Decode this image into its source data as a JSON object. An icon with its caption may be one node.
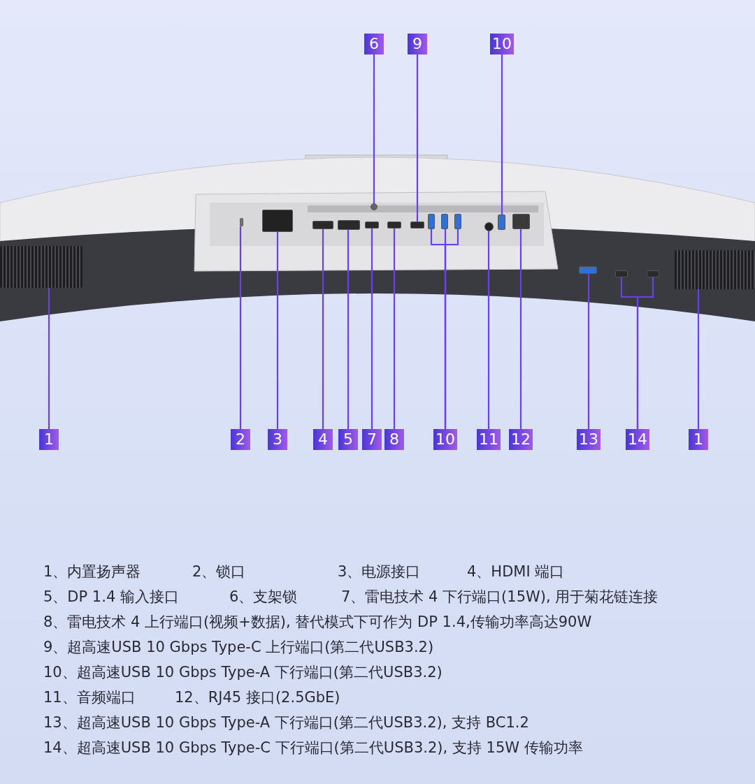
{
  "diagram": {
    "nodes": [
      {
        "text": [
          "6"
        ]
      },
      {
        "text": [
          "9"
        ]
      },
      {
        "text": [
          "10"
        ]
      },
      {
        "text": [
          "1"
        ]
      },
      {
        "text": [
          "2"
        ]
      },
      {
        "text": [
          "3"
        ]
      },
      {
        "text": [
          "4"
        ]
      },
      {
        "text": [
          "5"
        ]
      },
      {
        "text": [
          "7"
        ]
      },
      {
        "text": [
          "8"
        ]
      },
      {
        "text": [
          "10"
        ]
      },
      {
        "text": [
          "11"
        ]
      },
      {
        "text": [
          "12"
        ]
      },
      {
        "text": [
          "13"
        ]
      },
      {
        "text": [
          "14"
        ]
      },
      {
        "text": [
          "1"
        ]
      },
      {
        "text": [],
        "shape": "box"
      },
      {
        "text": [],
        "shape": "circle"
      },
      {
        "text": [],
        "shape": "box"
      },
      {
        "text": [],
        "shape": "box"
      },
      {
        "text": [],
        "shape": "box"
      },
      {
        "text": [],
        "shape": "box"
      },
      {
        "text": [],
        "shape": "box"
      },
      {
        "text": [],
        "shape": "box"
      },
      {
        "text": [],
        "shape": "box"
      },
      {
        "text": [],
        "shape": "box"
      },
      {
        "text": [],
        "shape": "box"
      },
      {
        "text": [],
        "shape": "box"
      },
      {
        "text": [],
        "shape": "circle"
      },
      {
        "text": [],
        "shape": "box"
      },
      {
        "text": [],
        "shape": "box"
      },
      {
        "text": [],
        "shape": "box"
      },
      {
        "text": [],
        "shape": "box"
      },
      {
        "text": [],
        "shape": "box"
      },
      {
        "text": [],
        "shape": "box"
      }
    ],
    "edges": [
      {
        "from": 0,
        "to": 17,
        "arrow": "none"
      },
      {
        "from": 1,
        "to": 24,
        "arrow": "none"
      },
      {
        "from": 2,
        "to": 29,
        "arrow": "none"
      },
      {
        "from": 3,
        "to": 16,
        "arrow": "none"
      },
      {
        "from": 4,
        "to": 18,
        "arrow": "none"
      },
      {
        "from": 5,
        "to": 19,
        "arrow": "none"
      },
      {
        "from": 6,
        "to": 20,
        "arrow": "none"
      },
      {
        "from": 7,
        "to": 21,
        "arrow": "none"
      },
      {
        "from": 8,
        "to": 22,
        "arrow": "none"
      },
      {
        "from": 9,
        "to": 23,
        "arrow": "none"
      },
      {
        "from": 10,
        "to": 25,
        "arrow": "none"
      },
      {
        "from": 10,
        "to": 26,
        "arrow": "none"
      },
      {
        "from": 10,
        "to": 27,
        "arrow": "none"
      },
      {
        "from": 11,
        "to": 28,
        "arrow": "none"
      },
      {
        "from": 12,
        "to": 30,
        "arrow": "none"
      },
      {
        "from": 13,
        "to": 32,
        "arrow": "none"
      },
      {
        "from": 14,
        "to": 33,
        "arrow": "none"
      },
      {
        "from": 14,
        "to": 34,
        "arrow": "none"
      },
      {
        "from": 15,
        "to": 31,
        "arrow": "none"
      }
    ],
    "labels": [
      "1、内置扬声器",
      "2、锁口",
      "3、电源接口",
      "4、HDMI 端口",
      "5、DP 1.4 输入接口",
      "6、支架锁",
      "7、雷电技术 4 下行端口(15W), 用于菊花链连接",
      "8、雷电技术 4 上行端口(视频+数据), 替代模式下可作为 DP 1.4,传输功率高达90W",
      "9、超高速USB 10 Gbps Type-C 上行端口(第二代USB3.2)",
      "10、超高速USB 10 Gbps Type-A 下行端口(第二代USB3.2)",
      "11、音频端口",
      "12、RJ45 接口(2.5GbE)",
      "13、超高速USB 10 Gbps Type-A 下行端口(第二代USB3.2), 支持 BC1.2",
      "14、超高速USB 10 Gbps Type-C 下行端口(第二代USB3.2), 支持 15W 传输功率"
    ]
  }
}
